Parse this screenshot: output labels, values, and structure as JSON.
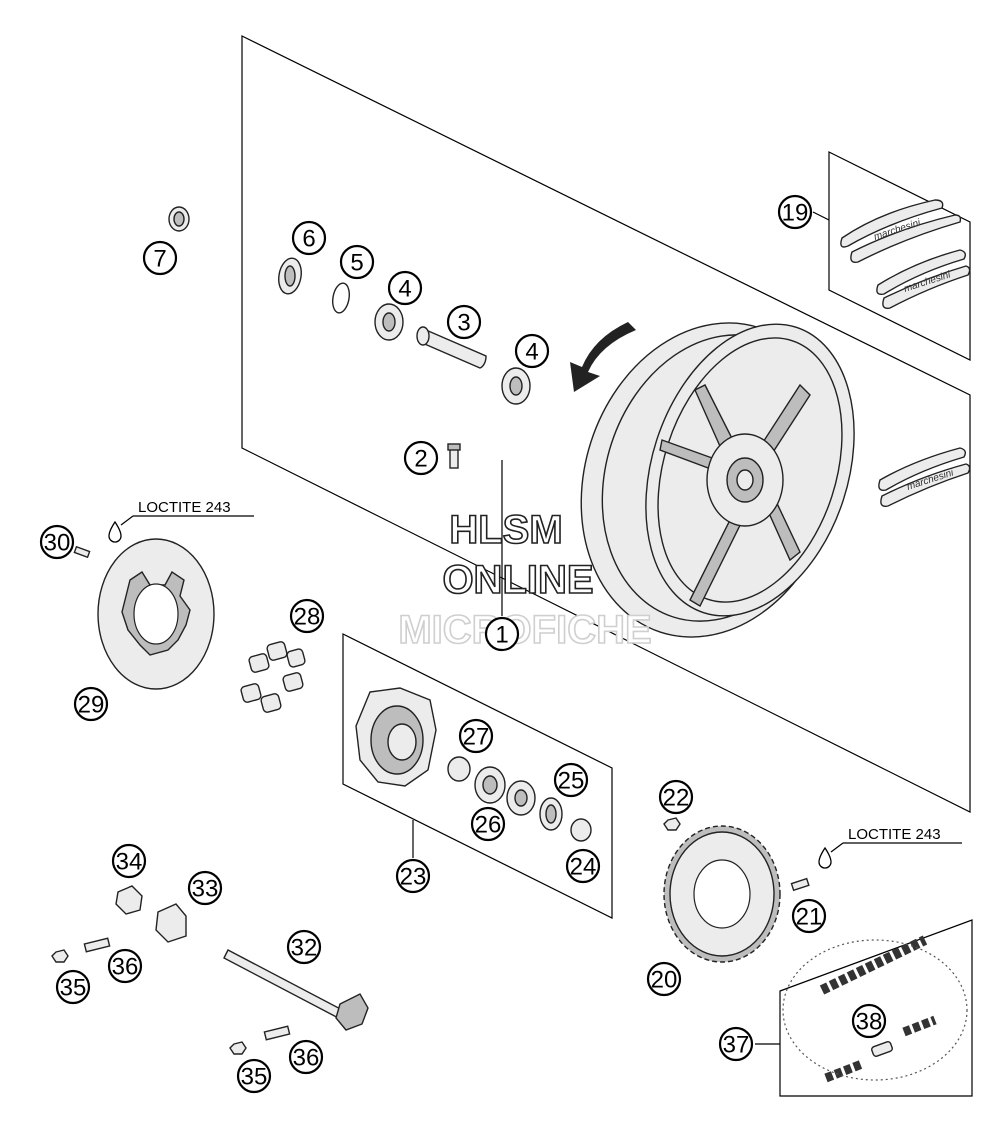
{
  "callouts": [
    "1",
    "2",
    "3",
    "4",
    "4",
    "5",
    "6",
    "7",
    "19",
    "20",
    "21",
    "22",
    "23",
    "24",
    "25",
    "26",
    "27",
    "28",
    "29",
    "30",
    "32",
    "33",
    "34",
    "35",
    "35",
    "36",
    "36",
    "37",
    "38"
  ],
  "notes": {
    "loctite_left": "LOCTITE 243",
    "loctite_right": "LOCTITE 243"
  },
  "decal_brand": "marchesini",
  "watermark": {
    "line1": "HLSM",
    "line2": "ONLINE",
    "line3": "MICROFICHE"
  }
}
